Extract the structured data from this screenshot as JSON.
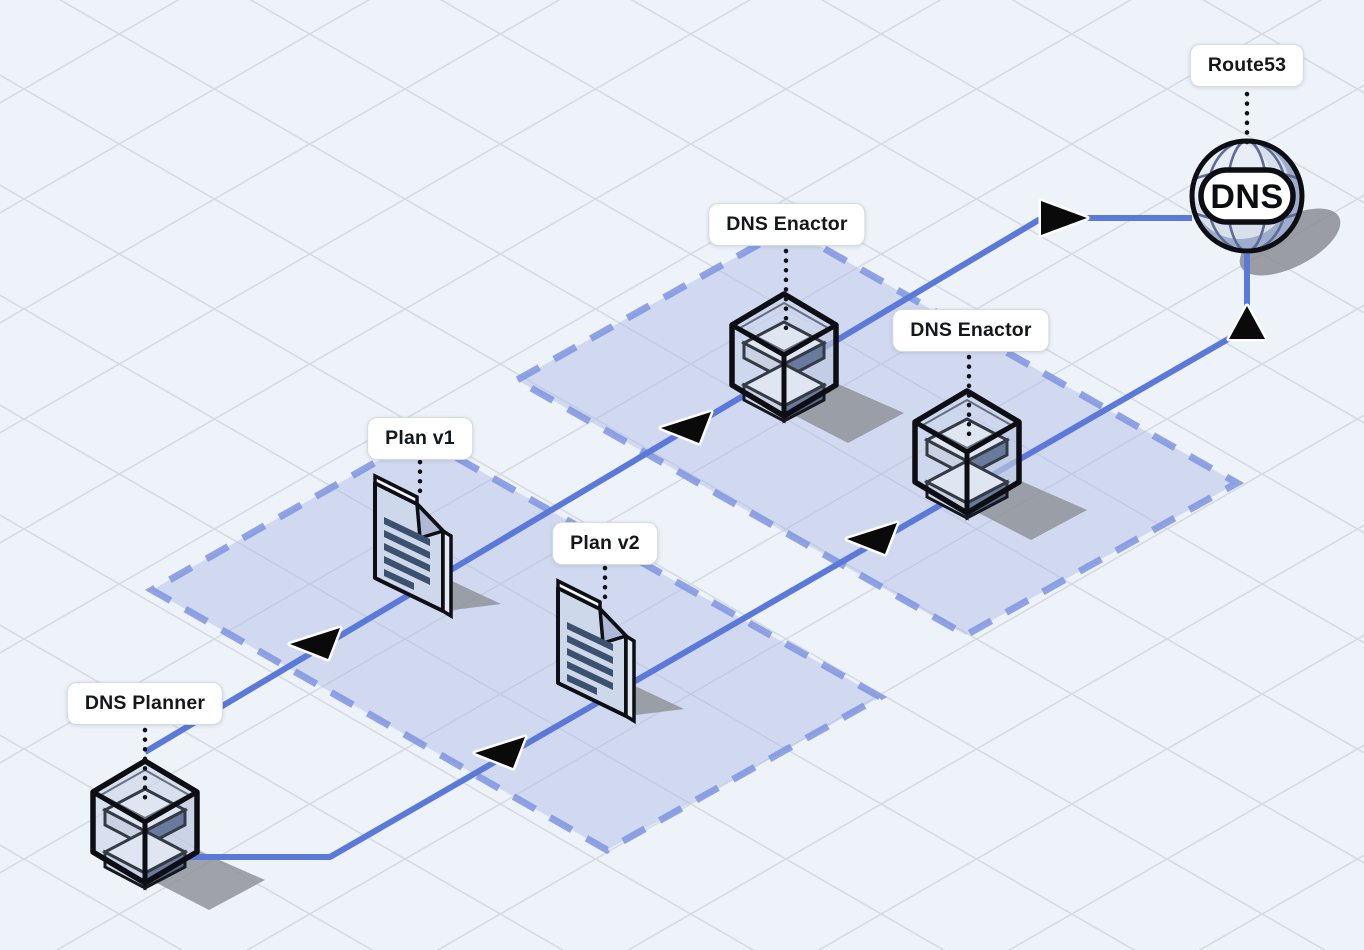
{
  "diagram": {
    "type": "isometric-architecture-diagram",
    "nodes": [
      {
        "id": "dns-planner",
        "label": "DNS Planner",
        "icon": "server-icon"
      },
      {
        "id": "plan-v1",
        "label": "Plan v1",
        "icon": "document-icon"
      },
      {
        "id": "plan-v2",
        "label": "Plan v2",
        "icon": "document-icon"
      },
      {
        "id": "dns-enactor-1",
        "label": "DNS Enactor",
        "icon": "server-icon"
      },
      {
        "id": "dns-enactor-2",
        "label": "DNS Enactor",
        "icon": "server-icon"
      },
      {
        "id": "route53",
        "label": "Route53",
        "icon": "globe-icon",
        "globe_text": "DNS"
      }
    ],
    "planes": [
      {
        "id": "plans-plane",
        "contains": [
          "plan-v1",
          "plan-v2"
        ]
      },
      {
        "id": "enactors-plane",
        "contains": [
          "dns-enactor-1",
          "dns-enactor-2"
        ]
      }
    ],
    "flows": [
      {
        "id": "upper-path",
        "via": [
          "dns-planner",
          "plan-v1",
          "dns-enactor-1",
          "route53"
        ],
        "arrowheads": [
          "toward-dns-planner",
          "toward-dns-planner",
          "toward-route53"
        ]
      },
      {
        "id": "lower-path",
        "via": [
          "dns-planner",
          "plan-v2",
          "dns-enactor-2",
          "route53"
        ],
        "arrowheads": [
          "toward-dns-planner",
          "toward-dns-planner",
          "toward-route53"
        ]
      }
    ],
    "colors": {
      "background": "#eef2f9",
      "grid": "#d6dae3",
      "plane_fill": "#aab8e8",
      "plane_border": "#7e95e0",
      "flow_line": "#5b79d8",
      "arrow_fill": "#0a0a0a",
      "arrow_outline": "#ffffff",
      "label_bg": "#ffffff",
      "label_border": "#d5dae2",
      "label_text": "#13171e",
      "icon_outline": "#0c0e13",
      "server_top_face": "#e9edf5",
      "server_left_face": "#cdd4e3",
      "server_right_face": "#54678d",
      "doc_fill": "#cdd8ea",
      "doc_text_bars": "#3c5070",
      "globe_lines": "#5b6d97",
      "shadow": "#8b8e95"
    }
  }
}
